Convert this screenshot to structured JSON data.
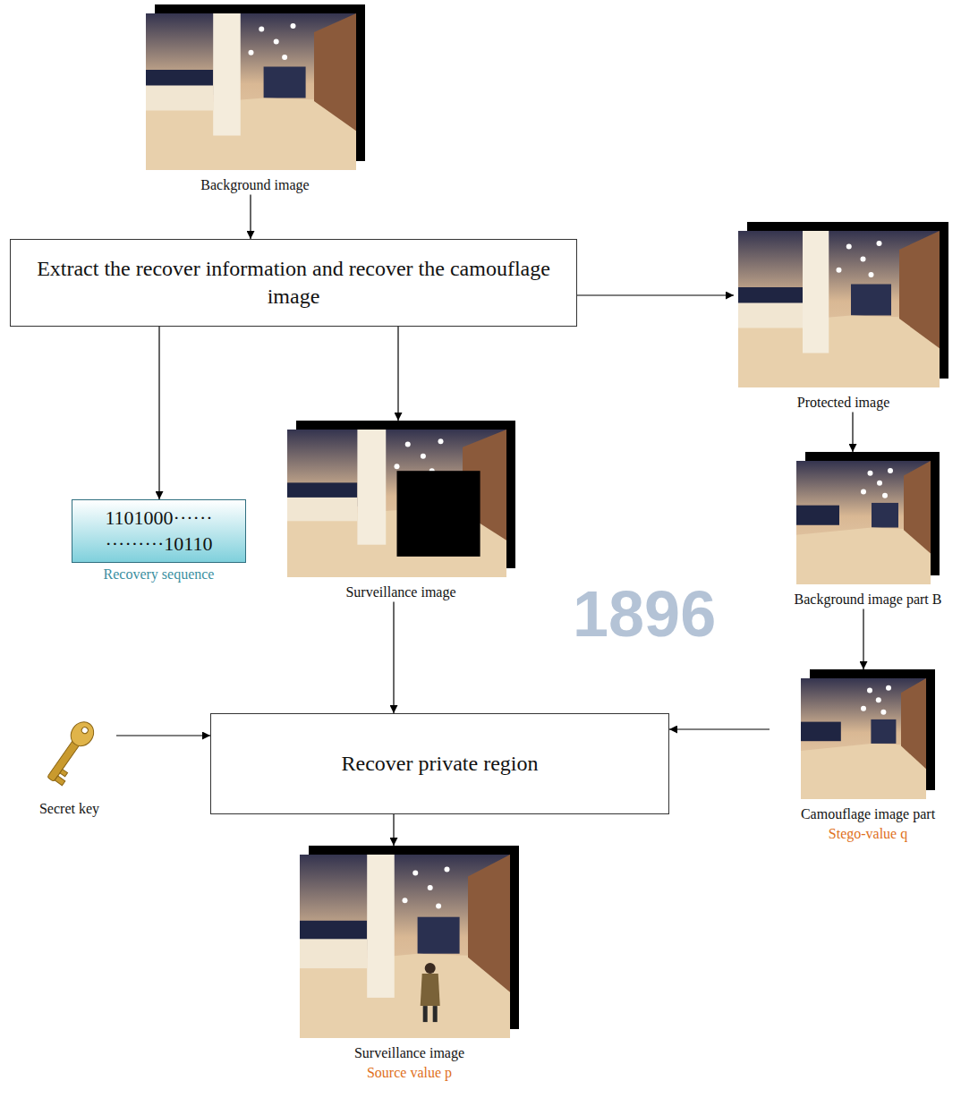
{
  "diagram": {
    "nodes": [
      {
        "text": [
          "Background image"
        ]
      },
      {
        "text": [
          "Extract the recover information and recover the camouflage image"
        ]
      },
      {
        "text": [
          "Protected image"
        ]
      },
      {
        "text": [
          "1101000······ ·········10110",
          "Recovery sequence"
        ]
      },
      {
        "text": [
          "Surveillance image"
        ]
      },
      {
        "text": [
          "Background image part B"
        ]
      },
      {
        "text": [
          "Secret key"
        ]
      },
      {
        "text": [
          "Recover private region"
        ]
      },
      {
        "text": [
          "Camouflage image part",
          "Stego-value q"
        ]
      },
      {
        "text": [
          "Surveillance image",
          "Source value p"
        ]
      }
    ],
    "edges": [
      {
        "from": 0,
        "to": 1,
        "arrow": "to"
      },
      {
        "from": 1,
        "to": 2,
        "arrow": "to"
      },
      {
        "from": 1,
        "to": 3,
        "arrow": "to"
      },
      {
        "from": 1,
        "to": 4,
        "arrow": "to"
      },
      {
        "from": 2,
        "to": 5,
        "arrow": "to"
      },
      {
        "from": 5,
        "to": 8,
        "arrow": "to"
      },
      {
        "from": 4,
        "to": 7,
        "arrow": "to"
      },
      {
        "from": 6,
        "to": 7,
        "arrow": "to"
      },
      {
        "from": 8,
        "to": 7,
        "arrow": "to"
      },
      {
        "from": 7,
        "to": 9,
        "arrow": "to"
      }
    ],
    "labels": [
      "1896"
    ]
  }
}
